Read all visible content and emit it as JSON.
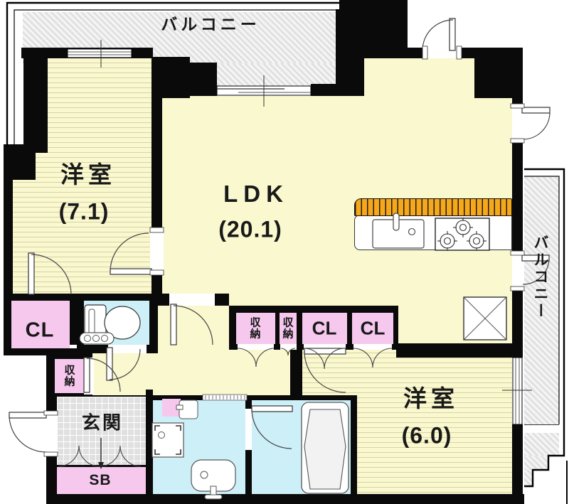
{
  "floorplan": {
    "balcony_top": "バルコニー",
    "balcony_right": "バルコニー",
    "room_west": {
      "name": "洋室",
      "size": "(7.1)"
    },
    "ldk": {
      "name": "LDK",
      "size": "(20.1)"
    },
    "room_south": {
      "name": "洋室",
      "size": "(6.0)"
    },
    "closet_west": "CL",
    "hall_storage": "収納",
    "closet_row": [
      {
        "label": "収納"
      },
      {
        "label": "収納"
      },
      {
        "label": "CL"
      },
      {
        "label": "CL"
      }
    ],
    "entrance": "玄関",
    "shoe_box": "SB"
  },
  "colors": {
    "wall": "#0a0a0a",
    "room_fill": "#faf8ce",
    "wood_line": "#d8d2a6",
    "closet_pink": "#f6c8ee",
    "wet_area_cyan": "#cdeff8",
    "counter_orange": "#f6a81c",
    "balcony_gray": "#dedede",
    "entrance_tile": "#e0e0e0"
  },
  "icons": {
    "kitchen_sink": "sink-icon",
    "kitchen_stove": "stove-icon",
    "toilet": "toilet-icon",
    "bathtub": "bathtub-icon",
    "washbasin": "washbasin-icon",
    "washer_pan": "washing-machine-pan-icon",
    "refrigerator_space": "refrigerator-space-icon"
  }
}
